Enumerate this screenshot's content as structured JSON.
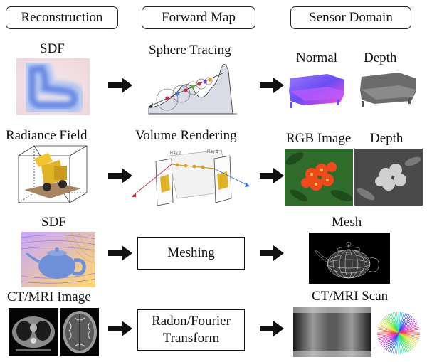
{
  "headers": {
    "reconstruction": "Reconstruction",
    "forward_map": "Forward Map",
    "sensor_domain": "Sensor Domain"
  },
  "row1": {
    "left_label": "SDF",
    "middle_label": "Sphere Tracing",
    "right_labels": [
      "Normal",
      "Depth"
    ]
  },
  "row2": {
    "left_label": "Radiance Field",
    "middle_label": "Volume Rendering",
    "ray_labels": [
      "Ray 2",
      "Ray 1"
    ],
    "right_labels": [
      "RGB Image",
      "Depth"
    ]
  },
  "row3": {
    "left_label": "SDF",
    "middle_box": "Meshing",
    "right_label": "Mesh"
  },
  "row4": {
    "left_label": "CT/MRI Image",
    "middle_box_line1": "Radon/Fourier",
    "middle_box_line2": "Transform",
    "right_label": "CT/MRI Scan"
  },
  "colors": {
    "sdf_blue": "#5b7fe0",
    "normal_purple": "#7a5cff",
    "normal_magenta": "#ff4fd8",
    "flower_orange": "#f04a1c",
    "leaf_green": "#2f6b2a",
    "teapot_blue": "#6f8fd8",
    "contour_gold": "#d8b24a"
  },
  "icons": {
    "arrow": "right-arrow-icon"
  }
}
